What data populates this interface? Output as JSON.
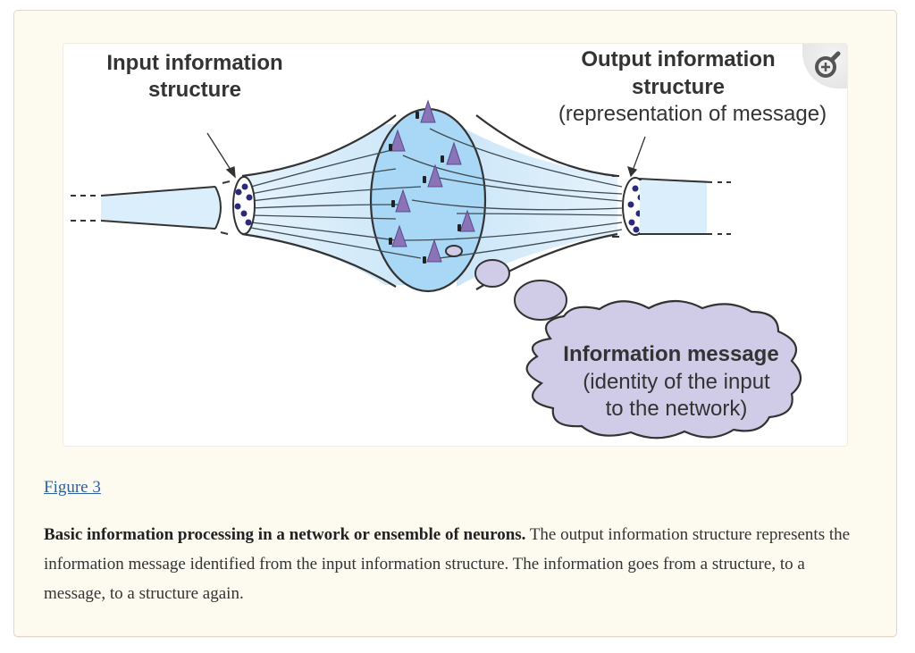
{
  "figure": {
    "labels": {
      "input_title": "Input information",
      "input_title_2": "structure",
      "output_title": "Output information",
      "output_title_2": "structure",
      "output_subtitle": "(representation of message)",
      "message_title": "Information message",
      "message_sub_1": "(identity of the input",
      "message_sub_2": "to the network)"
    },
    "zoom_icon": "magnifier-plus-icon",
    "colors": {
      "tube_fill": "#dbeefb",
      "ensemble_fill": "#a8d8f5",
      "neuron_fill": "#8b73b8",
      "cloud_fill": "#d0cbe6",
      "dot_fill": "#2b2a7a",
      "link": "#2f5fa3",
      "panel_bg": "#fdfbf0"
    }
  },
  "figure_link": "Figure 3",
  "caption": {
    "bold": "Basic information processing in a network or ensemble of neurons.",
    "text": " The output information structure represents the information message identified from the input information structure. The information goes from a structure, to a message, to a structure again."
  }
}
